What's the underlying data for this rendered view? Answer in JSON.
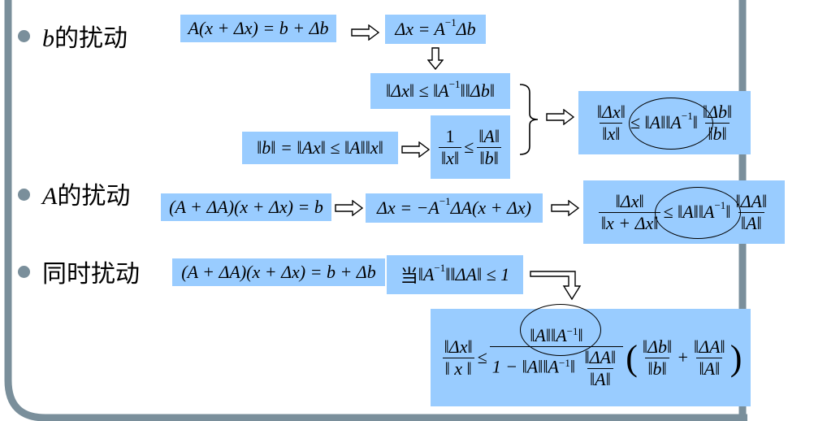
{
  "sections": [
    {
      "var": "b",
      "suffix": "的扰动"
    },
    {
      "var": "A",
      "suffix": "的扰动"
    },
    {
      "label": "同时扰动"
    }
  ],
  "colors": {
    "box": "#99ccff",
    "frame": "#7a8f9b",
    "bullet": "#7a8f9b"
  }
}
